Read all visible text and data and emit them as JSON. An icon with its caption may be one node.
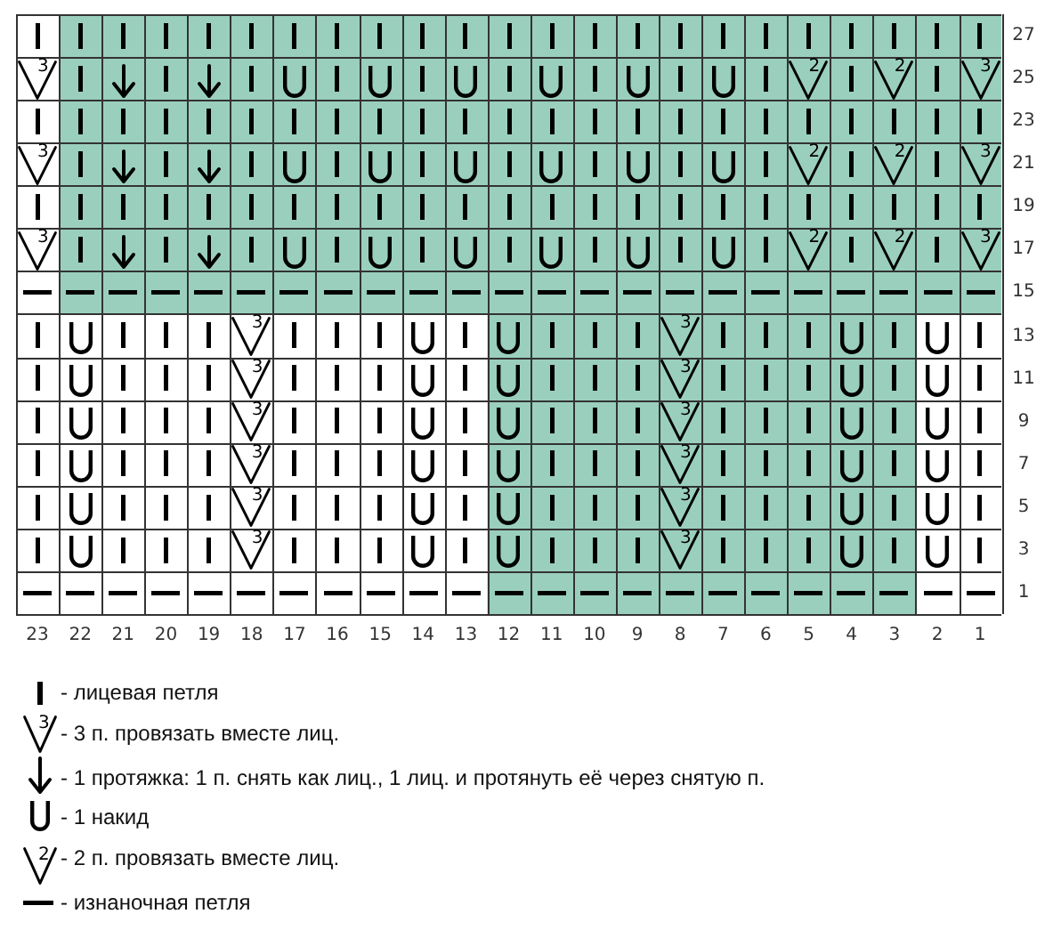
{
  "diagram": {
    "labels": [
      "27",
      "3",
      "2",
      "2",
      "3",
      "25",
      "23",
      "3",
      "2",
      "2",
      "3",
      "21",
      "19",
      "3",
      "2",
      "2",
      "3",
      "17",
      "15",
      "3",
      "3",
      "13",
      "3",
      "3",
      "11",
      "3",
      "3",
      "9",
      "3",
      "3",
      "7",
      "3",
      "3",
      "5",
      "3",
      "3",
      "3",
      "1",
      "23",
      "22",
      "21",
      "20",
      "19",
      "18",
      "17",
      "16",
      "15",
      "14",
      "13",
      "12",
      "11",
      "10",
      "9",
      "8",
      "7",
      "6",
      "5",
      "4",
      "3",
      "2",
      "1",
      "3",
      "2"
    ],
    "legend": [
      {
        "text": "- лицевая петля"
      },
      {
        "text": "- 3 п. провязать вместе лиц."
      },
      {
        "text": "- 1 протяжка: 1 п. снять как лиц., 1 лиц. и протянуть её через снятую п."
      },
      {
        "text": "- 1 накид"
      },
      {
        "text": "- 2 п. провязать вместе лиц."
      },
      {
        "text": "- изнаночная петля"
      }
    ]
  }
}
